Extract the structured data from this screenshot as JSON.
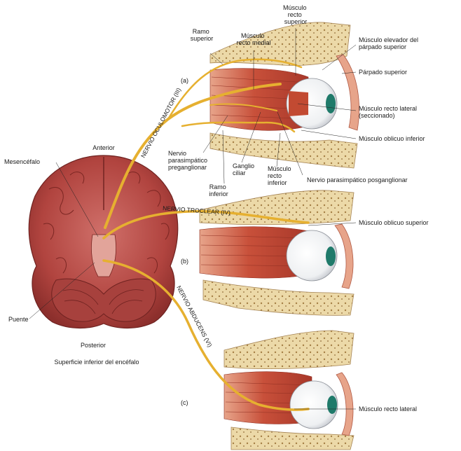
{
  "panels": {
    "a": "(a)",
    "b": "(b)",
    "c": "(c)"
  },
  "brain": {
    "anterior": "Anterior",
    "posterior": "Posterior",
    "caption": "Superficie inferior del encéfalo",
    "mesencefalo": "Mesencéfalo",
    "puente": "Puente"
  },
  "nerves": {
    "oculomotor": "NERVIO OCULOMOTOR (III)",
    "troclear": "NERVIO TROCLEAR (IV)",
    "abducens": "NERVIO ABDUCENS (VI)"
  },
  "labels_a": {
    "ramo_superior": [
      "Ramo",
      "superior"
    ],
    "musculo_recto_medial": [
      "Músculo",
      "recto medial"
    ],
    "musculo_recto_superior": [
      "Músculo",
      "recto",
      "superior"
    ],
    "elevador": [
      "Músculo elevador del",
      "párpado superior"
    ],
    "parpado_superior": "Párpado superior",
    "recto_lateral_seccionado": [
      "Músculo recto lateral",
      "(seccionado)"
    ],
    "oblicuo_inferior": "Músculo oblicuo inferior",
    "nervio_parasimpatico_pre": [
      "Nervio",
      "parasimpático",
      "preganglionar"
    ],
    "ganglio_ciliar": [
      "Ganglio",
      "ciliar"
    ],
    "ramo_inferior": [
      "Ramo",
      "inferior"
    ],
    "musculo_recto_inferior": [
      "Músculo",
      "recto",
      "inferior"
    ],
    "nervio_parasimpatico_pos": "Nervio parasimpático posganglionar"
  },
  "labels_b": {
    "oblicuo_superior": "Músculo oblicuo superior"
  },
  "labels_c": {
    "recto_lateral": "Músculo recto lateral"
  },
  "colors": {
    "nerve": "#e6b030",
    "muscle": "#c24a32",
    "bone": "#e9d6a6",
    "brain": "#b94a48",
    "eye_iris": "#1f7a6a"
  }
}
